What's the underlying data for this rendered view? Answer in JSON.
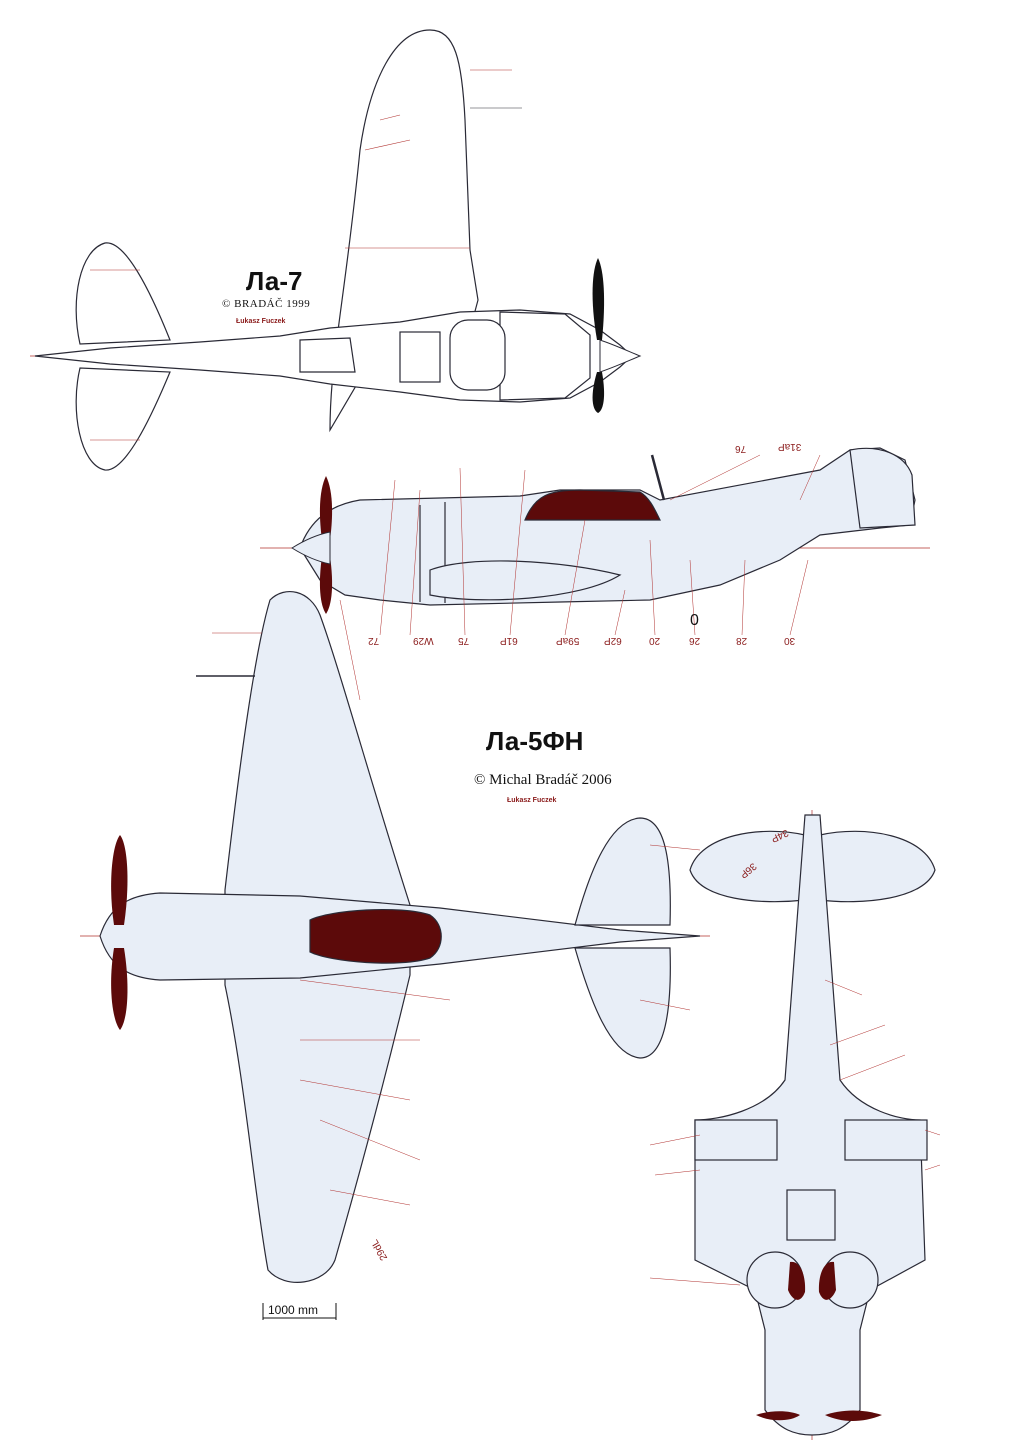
{
  "la7": {
    "title": "Ла-7",
    "copyright": "© BRADÁČ 1999",
    "author": "Łukasz Fuczek"
  },
  "la5fn": {
    "title": "Ла-5ФН",
    "copyright": "© Michal Bradáč 2006",
    "author": "Łukasz Fuczek"
  },
  "scale_bar": {
    "label": "1000 mm"
  },
  "side_view_stations": [
    "72",
    "W29",
    "75",
    "61P",
    "59aP",
    "62P",
    "20",
    "26",
    "28",
    "30"
  ],
  "side_view_top_stations": [
    "76",
    "31aP"
  ],
  "side_view_zero": "0",
  "plan_view_stations": [
    "29dL"
  ],
  "front_view_stations": [
    "34P",
    "36P"
  ],
  "colors": {
    "outline": "#2a2a36",
    "red_line": "#b0302e",
    "fill_blue": "#e8eef7",
    "dark_red": "#5c0a0a"
  }
}
